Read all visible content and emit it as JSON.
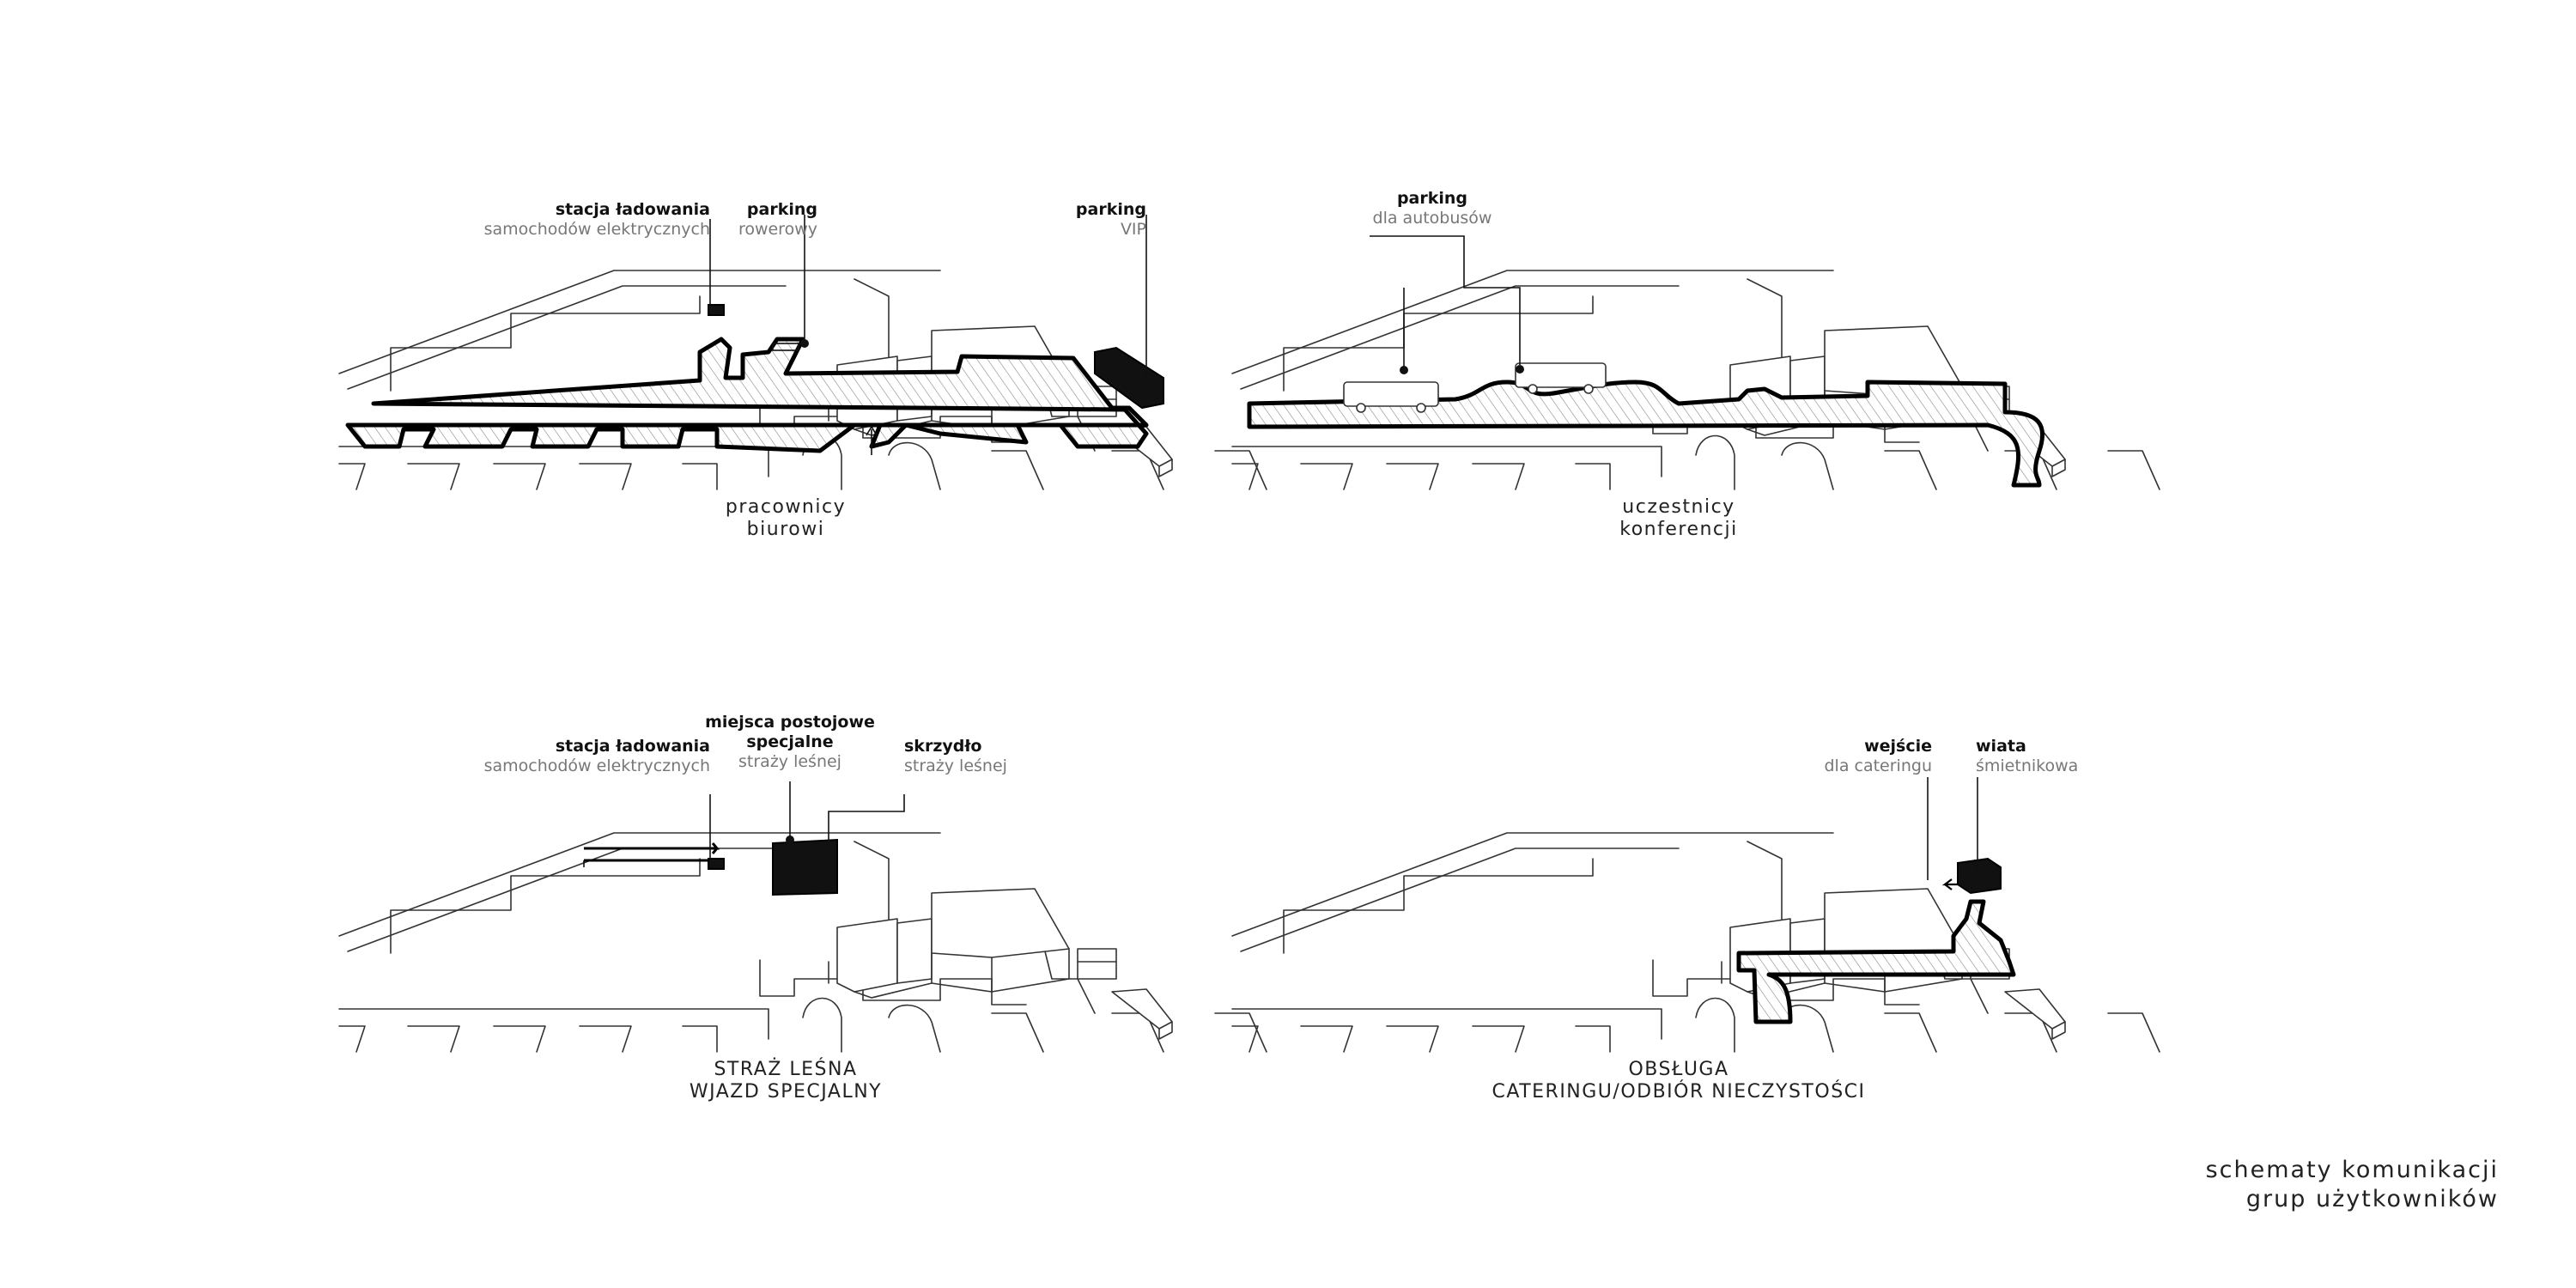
{
  "sheet_title": {
    "line1": "schematy komunikacji",
    "line2": "grup użytkowników"
  },
  "panels": [
    {
      "caption": [
        "pracownicy",
        "biurowi"
      ],
      "labels": [
        {
          "title": "stacja ładowania",
          "sub": "samochodów elektrycznych"
        },
        {
          "title": "parking",
          "sub": "rowerowy"
        },
        {
          "title": "parking",
          "sub": "VIP"
        }
      ]
    },
    {
      "caption": [
        "uczestnicy",
        "konferencji"
      ],
      "labels": [
        {
          "title": "parking",
          "sub": "dla autobusów"
        }
      ]
    },
    {
      "caption": [
        "STRAŻ LEŚNA",
        "WJAZD SPECJALNY"
      ],
      "labels": [
        {
          "title": "stacja ładowania",
          "sub": "samochodów elektrycznych"
        },
        {
          "title": "miejsca postojowe specjalne",
          "title_line1": "miejsca postojowe",
          "title_line2": "specjalne",
          "sub": "straży leśnej"
        },
        {
          "title": "skrzydło",
          "sub": "straży leśnej"
        }
      ]
    },
    {
      "caption": [
        "OBSŁUGA",
        "CATERINGU/ODBIÓR NIECZYSTOŚCI"
      ],
      "labels": [
        {
          "title": "wejście",
          "sub": "dla cateringu"
        },
        {
          "title": "wiata",
          "sub": "śmietnikowa"
        }
      ]
    }
  ]
}
